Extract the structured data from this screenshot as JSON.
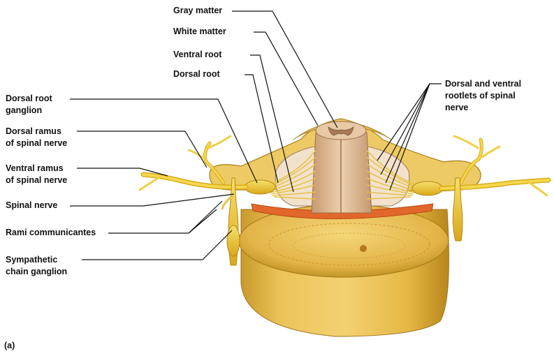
{
  "figure": {
    "panel_label": "(a)",
    "labels": {
      "gray_matter": "Gray matter",
      "white_matter": "White matter",
      "ventral_root": "Ventral root",
      "dorsal_root": "Dorsal root",
      "dorsal_root_ganglion": "Dorsal root\nganglion",
      "dorsal_ramus": "Dorsal ramus\nof spinal nerve",
      "ventral_ramus": "Ventral ramus\nof spinal nerve",
      "spinal_nerve": "Spinal nerve",
      "rami_communicantes": "Rami communicantes",
      "sympathetic_chain_ganglion": "Sympathetic\nchain ganglion",
      "rootlets": "Dorsal and ventral\nrootlets of spinal\nnerve"
    }
  },
  "colors": {
    "bone": "#e9c25a",
    "bone_dark": "#b98a1c",
    "bone_light": "#f7dc8a",
    "nerve": "#f3d23a",
    "nerve_dark": "#c99c12",
    "cord": "#d9b48c",
    "cord_dark": "#a67c52",
    "gray_matter": "#b88c6a",
    "fat": "#e2672a",
    "leader": "#111111"
  }
}
